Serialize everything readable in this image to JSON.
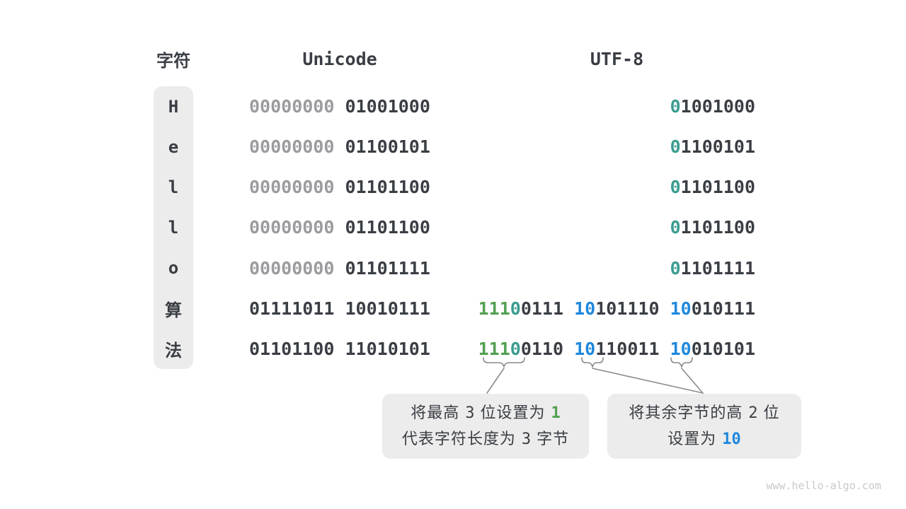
{
  "headers": {
    "char": "字符",
    "unicode": "Unicode",
    "utf8": "UTF-8"
  },
  "rows": [
    {
      "char": "H",
      "unicode": [
        [
          "00000000",
          "gray"
        ],
        [
          " ",
          "dark"
        ],
        [
          "01001000",
          "dark"
        ]
      ],
      "utf8": [
        [
          "0",
          "teal"
        ],
        [
          "1001000",
          "dark"
        ]
      ]
    },
    {
      "char": "e",
      "unicode": [
        [
          "00000000",
          "gray"
        ],
        [
          " ",
          "dark"
        ],
        [
          "01100101",
          "dark"
        ]
      ],
      "utf8": [
        [
          "0",
          "teal"
        ],
        [
          "1100101",
          "dark"
        ]
      ]
    },
    {
      "char": "l",
      "unicode": [
        [
          "00000000",
          "gray"
        ],
        [
          " ",
          "dark"
        ],
        [
          "01101100",
          "dark"
        ]
      ],
      "utf8": [
        [
          "0",
          "teal"
        ],
        [
          "1101100",
          "dark"
        ]
      ]
    },
    {
      "char": "l",
      "unicode": [
        [
          "00000000",
          "gray"
        ],
        [
          " ",
          "dark"
        ],
        [
          "01101100",
          "dark"
        ]
      ],
      "utf8": [
        [
          "0",
          "teal"
        ],
        [
          "1101100",
          "dark"
        ]
      ]
    },
    {
      "char": "o",
      "unicode": [
        [
          "00000000",
          "gray"
        ],
        [
          " ",
          "dark"
        ],
        [
          "01101111",
          "dark"
        ]
      ],
      "utf8": [
        [
          "0",
          "teal"
        ],
        [
          "1101111",
          "dark"
        ]
      ]
    },
    {
      "char": "算",
      "unicode": [
        [
          "01111011",
          "dark"
        ],
        [
          " ",
          "dark"
        ],
        [
          "10010111",
          "dark"
        ]
      ],
      "utf8": [
        [
          "111",
          "green"
        ],
        [
          "0",
          "teal"
        ],
        [
          "0111",
          "dark"
        ],
        [
          " ",
          "dark"
        ],
        [
          "10",
          "blue"
        ],
        [
          "101110",
          "dark"
        ],
        [
          " ",
          "dark"
        ],
        [
          "10",
          "blue"
        ],
        [
          "010111",
          "dark"
        ]
      ]
    },
    {
      "char": "法",
      "unicode": [
        [
          "01101100",
          "dark"
        ],
        [
          " ",
          "dark"
        ],
        [
          "11010101",
          "dark"
        ]
      ],
      "utf8": [
        [
          "111",
          "green"
        ],
        [
          "0",
          "teal"
        ],
        [
          "0110",
          "dark"
        ],
        [
          " ",
          "dark"
        ],
        [
          "10",
          "blue"
        ],
        [
          "110011",
          "dark"
        ],
        [
          " ",
          "dark"
        ],
        [
          "10",
          "blue"
        ],
        [
          "010101",
          "dark"
        ]
      ]
    }
  ],
  "callouts": {
    "left": {
      "lines": [
        [
          [
            "将最高 ",
            "cn"
          ],
          [
            "3",
            "num"
          ],
          [
            " 位设置为 ",
            "cn"
          ],
          [
            "1",
            "green"
          ]
        ],
        [
          [
            "代表字符长度为 ",
            "cn"
          ],
          [
            "3",
            "num"
          ],
          [
            " 字节",
            "cn"
          ]
        ]
      ]
    },
    "right": {
      "lines": [
        [
          [
            "将其余字节的高 ",
            "cn"
          ],
          [
            "2",
            "num"
          ],
          [
            " 位",
            "cn"
          ]
        ],
        [
          [
            "设置为 ",
            "cn"
          ],
          [
            "10",
            "blue"
          ]
        ]
      ]
    }
  },
  "watermark": "www.hello-algo.com",
  "colors": {
    "dark": "#3a3e44",
    "gray": "#9b9b9f",
    "teal": "#3a9c8f",
    "green": "#52a052",
    "blue": "#1f88dd",
    "box_bg": "#ececec",
    "stroke": "#8a8a8a",
    "watermark": "#c9c9c9"
  }
}
